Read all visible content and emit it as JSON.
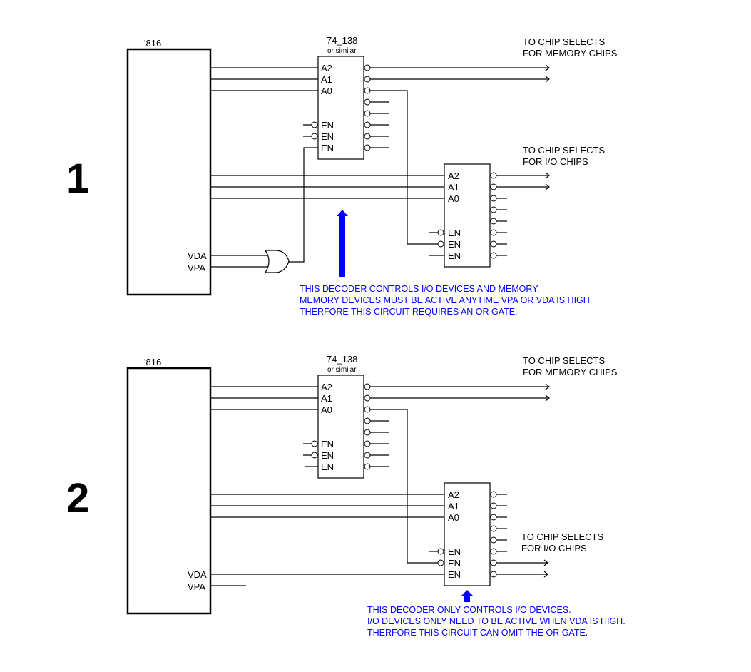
{
  "diagrams": [
    {
      "number": "1",
      "cpu": {
        "label": "'816",
        "pins": [
          "VDA",
          "VPA"
        ]
      },
      "decoder_mem": {
        "part": "74_138",
        "sub": "or similar",
        "inputs": [
          "A2",
          "A1",
          "A0"
        ],
        "enables": [
          "EN",
          "EN",
          "EN"
        ]
      },
      "decoder_io": {
        "inputs": [
          "A2",
          "A1",
          "A0"
        ],
        "enables": [
          "EN",
          "EN",
          "EN"
        ]
      },
      "mem_target": [
        "TO CHIP SELECTS",
        "FOR MEMORY CHIPS"
      ],
      "io_target": [
        "TO CHIP SELECTS",
        "FOR I/O CHIPS"
      ],
      "gate": "OR",
      "note": [
        "THIS DECODER CONTROLS I/O DEVICES AND MEMORY.",
        "MEMORY DEVICES MUST BE ACTIVE ANYTIME VPA OR VDA IS HIGH.",
        "THERFORE THIS CIRCUIT REQUIRES AN OR GATE."
      ],
      "note_color": "#0000ff"
    },
    {
      "number": "2",
      "cpu": {
        "label": "'816",
        "pins": [
          "VDA",
          "VPA"
        ]
      },
      "decoder_mem": {
        "part": "74_138",
        "sub": "or similar",
        "inputs": [
          "A2",
          "A1",
          "A0"
        ],
        "enables": [
          "EN",
          "EN",
          "EN"
        ]
      },
      "decoder_io": {
        "inputs": [
          "A2",
          "A1",
          "A0"
        ],
        "enables": [
          "EN",
          "EN",
          "EN"
        ]
      },
      "mem_target": [
        "TO CHIP SELECTS",
        "FOR MEMORY CHIPS"
      ],
      "io_target": [
        "TO CHIP SELECTS",
        "FOR I/O CHIPS"
      ],
      "gate": "none",
      "note": [
        "THIS DECODER ONLY CONTROLS I/O DEVICES.",
        "I/O DEVICES ONLY NEED TO BE ACTIVE WHEN VDA IS HIGH.",
        "THERFORE THIS CIRCUIT CAN OMIT THE OR GATE."
      ],
      "note_color": "#0000ff"
    }
  ]
}
